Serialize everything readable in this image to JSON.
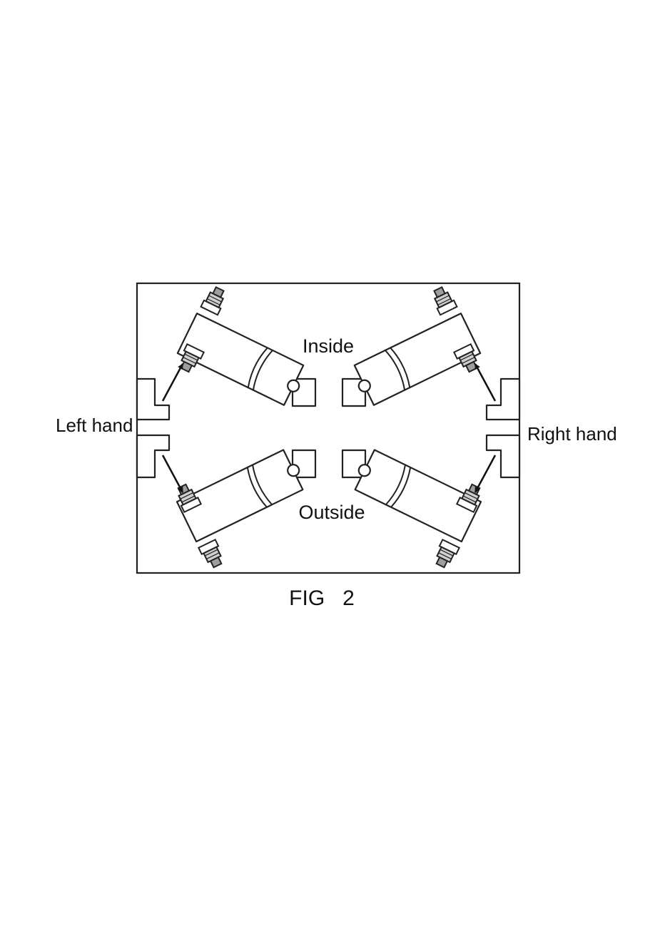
{
  "labels": {
    "inside": "Inside",
    "outside": "Outside",
    "left": "Left hand",
    "right": "Right hand",
    "caption": "FIG   2"
  },
  "colors": {
    "line": "#222222",
    "background": "#ffffff",
    "bolt_fill": "#bdbdbd",
    "arrow": "#111111"
  }
}
